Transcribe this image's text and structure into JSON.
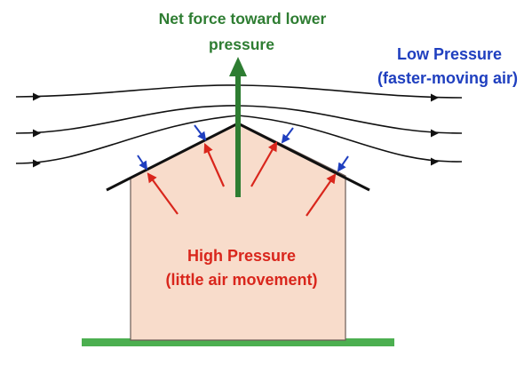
{
  "labels": {
    "net_force_line1": "Net force toward lower",
    "net_force_line2": "pressure",
    "low_pressure_line1": "Low Pressure",
    "low_pressure_line2": "(faster-moving air)",
    "high_pressure_line1": "High Pressure",
    "high_pressure_line2": "(little air movement)"
  },
  "colors": {
    "net_force": "#2e7d32",
    "low_pressure": "#1f3fbf",
    "high_pressure": "#d9261c",
    "house_fill": "#f8dccb",
    "ground": "#4caf50",
    "streamline": "#111111",
    "roof": "#111111"
  }
}
